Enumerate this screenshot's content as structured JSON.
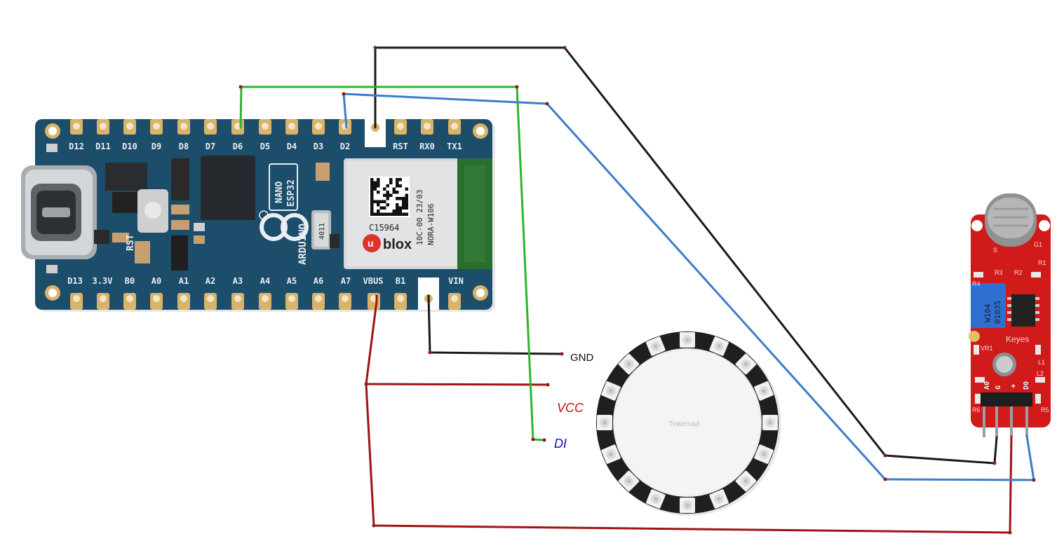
{
  "board": {
    "top_pins": [
      "D12",
      "D11",
      "D10",
      "D9",
      "D8",
      "D7",
      "D6",
      "D5",
      "D4",
      "D3",
      "D2",
      "",
      "RST",
      "RX0",
      "TX1"
    ],
    "bottom_pins": [
      "D13",
      "3.3V",
      "B0",
      "A0",
      "A1",
      "A2",
      "A3",
      "A4",
      "A5",
      "A6",
      "A7",
      "VBUS",
      "B1",
      "",
      "VIN"
    ],
    "rst_label": "RST",
    "brand": "ARDUINO",
    "model_line1": "NANO",
    "model_line2": "ESP32",
    "module_code": "C15964",
    "module_brand": "blox",
    "module_brand_u": "u",
    "module_line1": "10C-00 23/03",
    "module_line2": "NORA-W106",
    "crystal_label": "4011"
  },
  "sensor": {
    "pin_labels": [
      "A0",
      "G",
      "+",
      "D0"
    ],
    "pot_label_1": "W104",
    "pot_label_2": "01035",
    "brand": "Keyes",
    "parts": [
      "S",
      "G1",
      "R1",
      "R2",
      "R3",
      "R4",
      "VR1",
      "R5",
      "R6",
      "L1",
      "L2"
    ]
  },
  "ring": {
    "led_count": 16,
    "watermark": "Tinkercad"
  },
  "labels": {
    "gnd": "GND",
    "vcc": "VCC",
    "di": "DI"
  },
  "colors": {
    "gnd_wire": "#1a1a1a",
    "vcc_wire": "#a01313",
    "data_wire": "#2cb52c",
    "signal_wire": "#3a7dc9",
    "board_pcb": "#1c4d6b",
    "sensor_pcb": "#d11a1a",
    "vcc_text": "#c01010",
    "di_text": "#1010c0"
  }
}
